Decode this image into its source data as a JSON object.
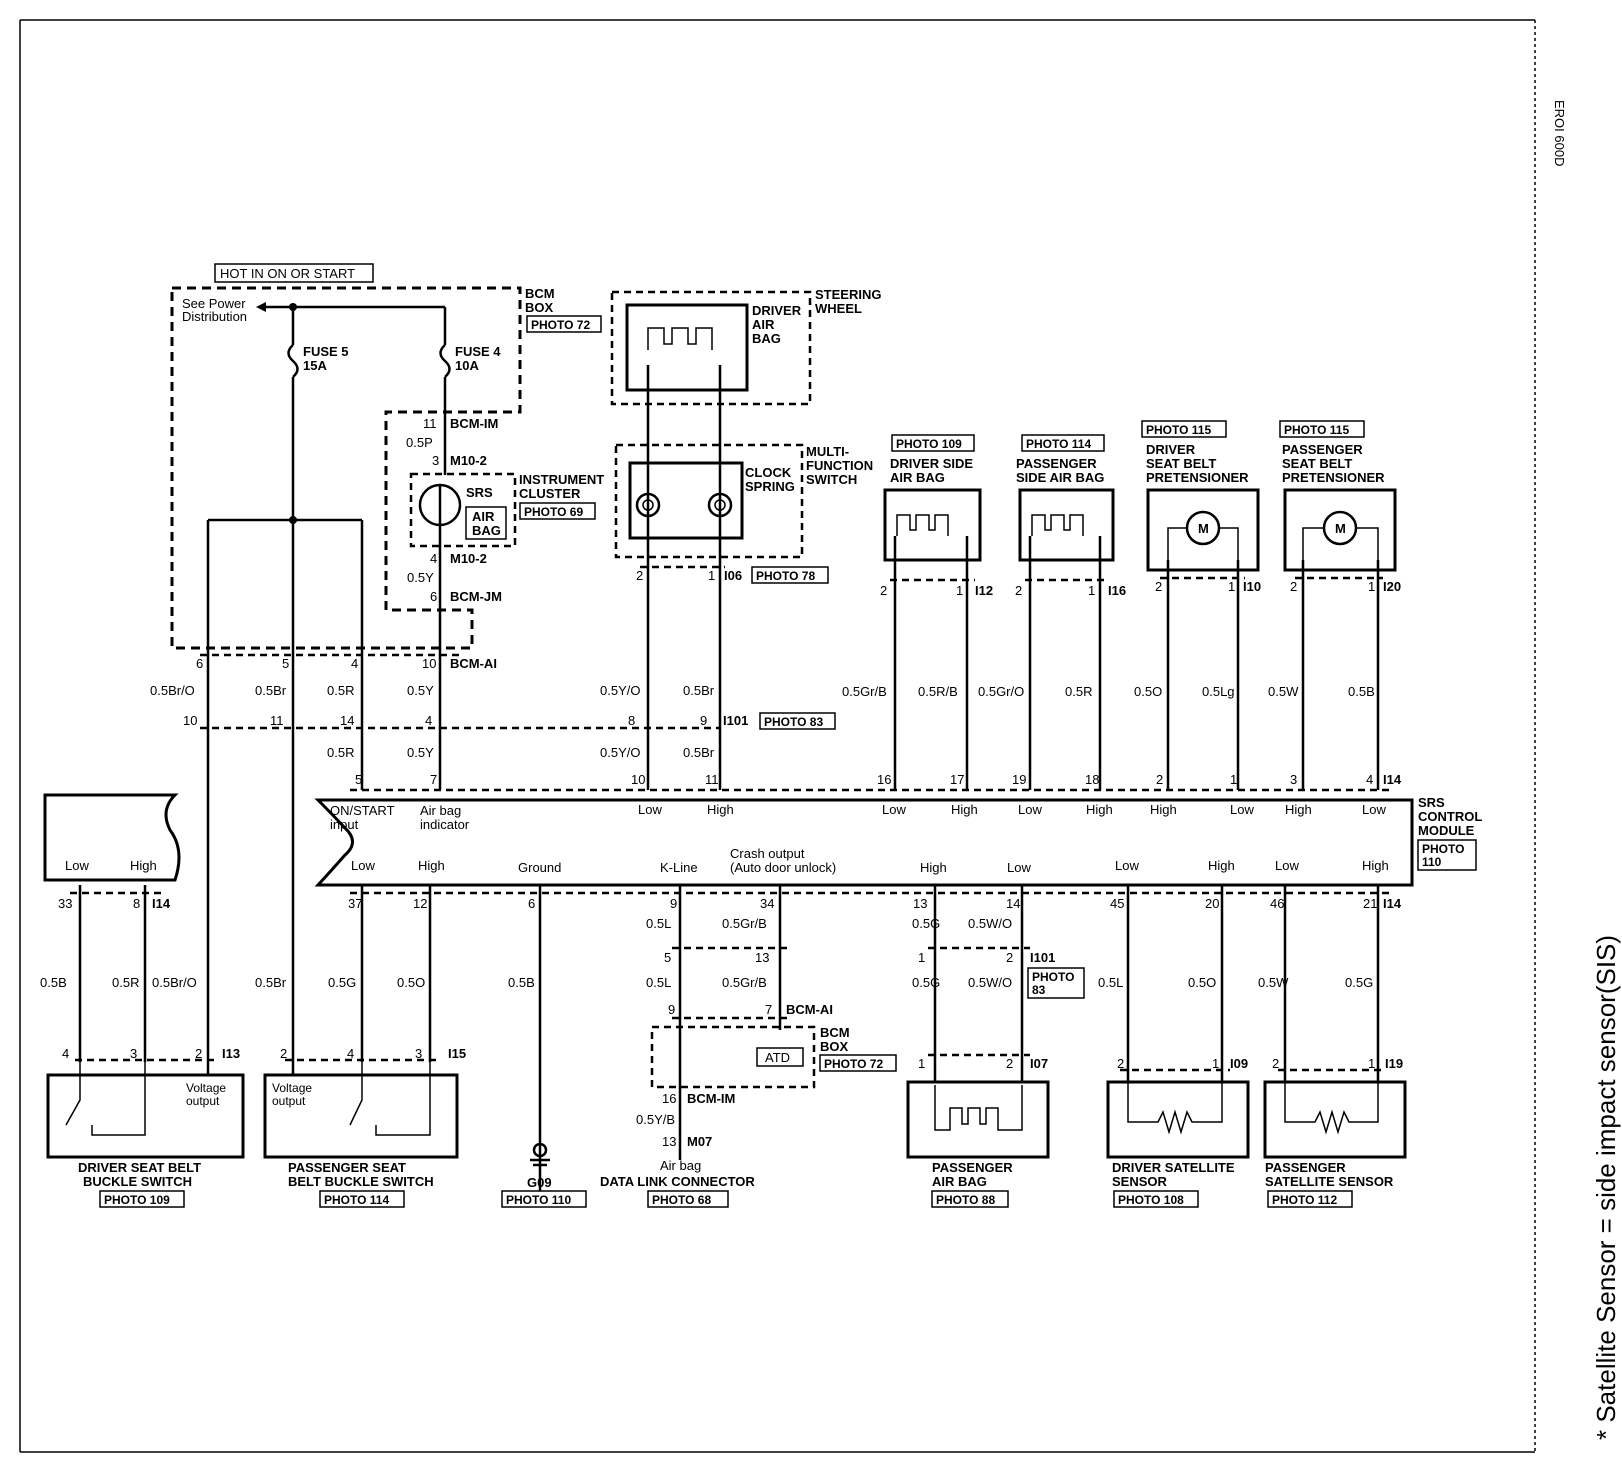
{
  "doc_code": "EROI 600D",
  "note": "* Satellite Sensor = side impact sensor(SIS)",
  "hot_label": "HOT IN ON OR START",
  "bcm_box": {
    "line1": "BCM",
    "line2": "BOX",
    "photo": "PHOTO 72"
  },
  "power_dist": {
    "line1": "See Power",
    "line2": "Distribution"
  },
  "fuse5": {
    "line1": "FUSE 5",
    "line2": "15A"
  },
  "fuse4": {
    "line1": "FUSE 4",
    "line2": "10A"
  },
  "cluster": {
    "pin_top": "11",
    "conn_top": "BCM-IM",
    "wire_top": "0.5P",
    "pin_m1": "3",
    "conn_m1": "M10-2",
    "srs": "SRS",
    "air": "AIR",
    "bag": "BAG",
    "title1": "INSTRUMENT",
    "title2": "CLUSTER",
    "photo": "PHOTO 69",
    "pin_m2": "4",
    "conn_m2": "M10-2",
    "wire_bot": "0.5Y",
    "pin_jm": "6",
    "conn_jm": "BCM-JM"
  },
  "steering": {
    "title1": "STEERING",
    "title2": "WHEEL",
    "driver1": "DRIVER",
    "driver2": "AIR",
    "driver3": "BAG",
    "mf1": "MULTI-",
    "mf2": "FUNCTION",
    "mf3": "SWITCH",
    "clock1": "CLOCK",
    "clock2": "SPRING",
    "pin_l": "2",
    "pin_r": "1",
    "conn": "I06",
    "photo": "PHOTO 78"
  },
  "bcm_ai_row": {
    "pins": [
      "6",
      "5",
      "4",
      "10"
    ],
    "conn": "BCM-AI",
    "wires": [
      "0.5Br/O",
      "0.5Br",
      "0.5R",
      "0.5Y"
    ]
  },
  "i01_row": {
    "pins": [
      "10",
      "11",
      "14",
      "4",
      "8",
      "9"
    ],
    "conn": "I101",
    "photo": "PHOTO 83",
    "wires_lower": [
      "0.5R",
      "0.5Y"
    ],
    "wires_clock_top": [
      "0.5Y/O",
      "0.5Br"
    ],
    "wires_clock_bot": [
      "0.5Y/O",
      "0.5Br"
    ]
  },
  "side_bags": {
    "drv_photo": "PHOTO 109",
    "drv1": "DRIVER SIDE",
    "drv2": "AIR BAG",
    "drv_pins": [
      "2",
      "1"
    ],
    "drv_conn": "I12",
    "drv_wires": [
      "0.5Gr/B",
      "0.5R/B"
    ],
    "pas_photo": "PHOTO 114",
    "pas1": "PASSENGER",
    "pas2": "SIDE AIR BAG",
    "pas_pins": [
      "2",
      "1"
    ],
    "pas_conn": "I16",
    "pas_wires": [
      "0.5Gr/O",
      "0.5R"
    ]
  },
  "pretensioners": {
    "drv_photo": "PHOTO 115",
    "drv1": "DRIVER",
    "drv2": "SEAT BELT",
    "drv3": "PRETENSIONER",
    "drv_pins": [
      "2",
      "1"
    ],
    "drv_conn": "I10",
    "drv_wires": [
      "0.5O",
      "0.5Lg"
    ],
    "pas_photo": "PHOTO 115",
    "pas1": "PASSENGER",
    "pas2": "SEAT BELT",
    "pas3": "PRETENSIONER",
    "pas_pins": [
      "2",
      "1"
    ],
    "pas_conn": "I20",
    "pas_wires": [
      "0.5W",
      "0.5B"
    ],
    "motor": "M"
  },
  "module": {
    "title1": "SRS",
    "title2": "CONTROL",
    "title3": "MODULE",
    "photo1": "PHOTO",
    "photo2": "110",
    "top_pins": [
      "5",
      "7",
      "10",
      "11",
      "16",
      "17",
      "19",
      "18",
      "2",
      "1",
      "3",
      "4"
    ],
    "top_conn": "I14",
    "top_labels": [
      "Low",
      "High",
      "Low",
      "High",
      "Low",
      "High",
      "High",
      "Low",
      "High",
      "Low"
    ],
    "on_start1": "ON/START",
    "on_start2": "input",
    "airbag_ind1": "Air bag",
    "airbag_ind2": "indicator",
    "bot_labels": [
      "Low",
      "High",
      "Ground",
      "K-Line",
      "High",
      "Low",
      "Low",
      "High",
      "Low",
      "High"
    ],
    "crash1": "Crash output",
    "crash2": "(Auto door unlock)",
    "bot_pins": [
      "37",
      "12",
      "6",
      "9",
      "34",
      "13",
      "14",
      "45",
      "20",
      "46",
      "21"
    ],
    "bot_conn": "I14",
    "left_labels": [
      "Low",
      "High"
    ]
  },
  "left_bottom": {
    "pins_top": [
      "33",
      "8"
    ],
    "conn_top": "I14",
    "wires": [
      "0.5B",
      "0.5R",
      "0.5Br/O",
      "0.5Br",
      "0.5G",
      "0.5O",
      "0.5B"
    ],
    "drv_pins": [
      "4",
      "3",
      "2"
    ],
    "drv_conn": "I13",
    "drv_volt1": "Voltage",
    "drv_volt2": "output",
    "drv_name1": "DRIVER SEAT BELT",
    "drv_name2": "BUCKLE SWITCH",
    "drv_photo": "PHOTO 109",
    "pas_pins": [
      "2",
      "4",
      "3"
    ],
    "pas_conn": "I15",
    "pas_volt1": "Voltage",
    "pas_volt2": "output",
    "pas_name1": "PASSENGER SEAT",
    "pas_name2": "BELT BUCKLE SWITCH",
    "pas_photo": "PHOTO 114",
    "gnd": "G09",
    "gnd_photo": "PHOTO 110"
  },
  "dlc": {
    "wires_top": [
      "0.5L",
      "0.5Gr/B"
    ],
    "pins_mid": [
      "5",
      "13"
    ],
    "wires_mid": [
      "0.5L",
      "0.5Gr/B"
    ],
    "pins_ai": [
      "9",
      "7"
    ],
    "conn_ai": "BCM-AI",
    "bcm1": "BCM",
    "bcm2": "BOX",
    "bcm_photo": "PHOTO 72",
    "atd": "ATD",
    "pin_im": "16",
    "conn_im": "BCM-IM",
    "wire_im": "0.5Y/B",
    "pin_m07": "13",
    "conn_m07": "M07",
    "name1": "Air bag",
    "name2": "DATA LINK CONNECTOR",
    "photo": "PHOTO 68"
  },
  "pas_bag": {
    "wires_top": [
      "0.5G",
      "0.5W/O"
    ],
    "pins_mid": [
      "1",
      "2"
    ],
    "conn_mid": "I101",
    "photo_mid1": "PHOTO",
    "photo_mid2": "83",
    "wires_mid": [
      "0.5G",
      "0.5W/O"
    ],
    "pins_bot": [
      "1",
      "2"
    ],
    "conn_bot": "I07",
    "name1": "PASSENGER",
    "name2": "AIR BAG",
    "photo": "PHOTO 88"
  },
  "satellites": {
    "drv_wires": [
      "0.5L",
      "0.5O"
    ],
    "drv_pins": [
      "2",
      "1"
    ],
    "drv_conn": "I09",
    "drv_name1": "DRIVER SATELLITE",
    "drv_name2": "SENSOR",
    "drv_photo": "PHOTO 108",
    "pas_wires": [
      "0.5W",
      "0.5G"
    ],
    "pas_pins": [
      "2",
      "1"
    ],
    "pas_conn": "I19",
    "pas_name1": "PASSENGER",
    "pas_name2": "SATELLITE SENSOR",
    "pas_photo": "PHOTO 112"
  }
}
